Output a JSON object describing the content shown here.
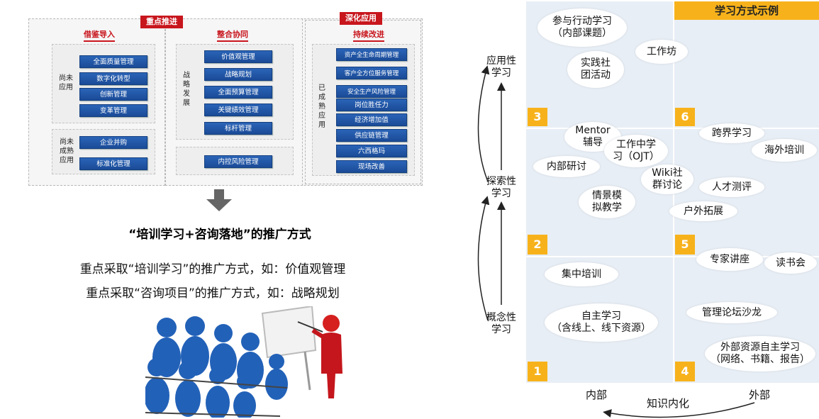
{
  "left": {
    "tag_key": "重点推进",
    "tag_deep": "深化应用",
    "col1": {
      "heading": "借鉴导入",
      "group1_label": "尚未应用",
      "group1_items": [
        "全面质量管理",
        "数字化转型",
        "创新管理",
        "变革管理"
      ],
      "group2_label": "尚未成熟应用",
      "group2_items": [
        "企业并购",
        "标准化管理"
      ]
    },
    "col2": {
      "heading": "整合协同",
      "group_label": "战略发展",
      "items": [
        "价值观管理",
        "战略规划",
        "全面预算管理",
        "关键绩效管理",
        "标杆管理"
      ],
      "single_item": "内控风险管理"
    },
    "col3": {
      "heading": "持续改进",
      "group_label": "已成熟应用",
      "items": [
        "资产全生命周期管理",
        "客户全方位服务管理",
        "安全生产风险管理",
        "岗位胜任力",
        "经济增加值",
        "供应链管理",
        "六西格玛",
        "现场改善"
      ]
    },
    "promo_title": "“培训学习+咨询落地”的推广方式",
    "promo_line1": "重点采取“培训学习”的推广方式，如：价值观管理",
    "promo_line2": "重点采取“咨询项目”的推广方式，如：战略规划"
  },
  "right": {
    "legend": "学习方式示例",
    "y_labels": [
      "应用性\n学习",
      "探索性\n学习",
      "概念性\n学习"
    ],
    "x_left": "内部",
    "x_right": "外部",
    "x_center": "知识内化",
    "quadrant_numbers": [
      "1",
      "2",
      "3",
      "4",
      "5",
      "6"
    ],
    "bubbles": {
      "b1": "参与行动学习\n（内部课题）",
      "b2": "实践社\n团活动",
      "b3": "工作坊",
      "b4": "Mentor\n辅导",
      "b5": "工作中学\n习（OJT）",
      "b6": "内部研讨",
      "b7": "Wiki社\n群讨论",
      "b8": "情景模\n拟教学",
      "b9": "跨界学习",
      "b10": "海外培训",
      "b11": "人才测评",
      "b12": "户外拓展",
      "b13": "集中培训",
      "b14": "专家讲座",
      "b15": "读书会",
      "b16": "自主学习\n（含线上、线下资源）",
      "b17": "管理论坛沙龙",
      "b18": "外部资源自主学习\n（网络、书籍、报告）"
    },
    "accent": "#f7b21b"
  }
}
